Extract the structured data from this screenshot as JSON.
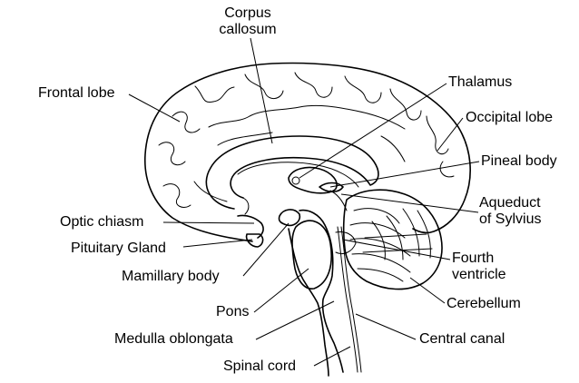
{
  "labels": {
    "corpus_callosum_line1": "Corpus",
    "corpus_callosum_line2": "callosum",
    "thalamus": "Thalamus",
    "frontal_lobe": "Frontal lobe",
    "occipital_lobe": "Occipital lobe",
    "pineal_body": "Pineal body",
    "aqueduct_line1": "Aqueduct",
    "aqueduct_line2": "of Sylvius",
    "optic_chiasm": "Optic chiasm",
    "fourth_ventricle_line1": "Fourth",
    "fourth_ventricle_line2": "ventricle",
    "pituitary_gland": "Pituitary Gland",
    "mamillary_body": "Mamillary body",
    "cerebellum": "Cerebellum",
    "pons": "Pons",
    "medulla_oblongata": "Medulla oblongata",
    "central_canal": "Central canal",
    "spinal_cord": "Spinal cord"
  },
  "style": {
    "ink_color": "#000000",
    "background_color": "#ffffff"
  }
}
